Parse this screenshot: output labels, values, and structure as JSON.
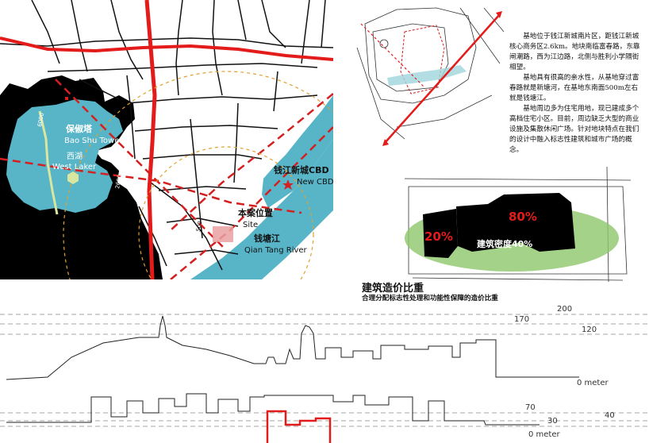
{
  "map": {
    "bao_shu_cn": "保俶塔",
    "bao_shu_en": "Bao Shu Tower",
    "west_lake_cn": "西湖",
    "west_lake_en": "West Laker",
    "cbd_cn": "钱江新城CBD",
    "cbd_en": "New CBD",
    "site_cn": "本案位置",
    "site_en": "Site",
    "river_cn": "钱塘江",
    "river_en": "Qian Tang River",
    "scale_6000": "6000",
    "scale_2600": "2600",
    "scale_500": "500"
  },
  "description": {
    "p1": "基地位于钱江新城南片区，距钱江新城核心商务区2.6km。地块南临富春路，东靠闸潮路，西为江边路，北侧与胜利小学隔街相望。",
    "p2": "基地具有很高的亲水性，从基地穿过富春路就是新塘河，在基地东南面500m左右就是钱塘江。",
    "p3": "基地周边多为住宅用地，现已建成多个高档住宅小区。目前，周边缺乏大型的商业设施及集散休闲广场。针对地块特点在我们的设计中融入标志性建筑和城市广场的概念。"
  },
  "density": {
    "pct_left": "20%",
    "pct_right": "80%",
    "label": "建筑密度40%"
  },
  "section": {
    "title": "建筑造价比重",
    "subtitle": "合理分配标志性处理和功能性保障的造价比重",
    "upper_levels": [
      "200",
      "170",
      "120",
      "0 meter"
    ],
    "lower_levels": [
      "70",
      "40",
      "30",
      "0 meter"
    ]
  },
  "colors": {
    "water": "#58b5c8",
    "road_red": "#e31b1b",
    "dashed_red": "#d42020",
    "green": "#8fc76b"
  }
}
